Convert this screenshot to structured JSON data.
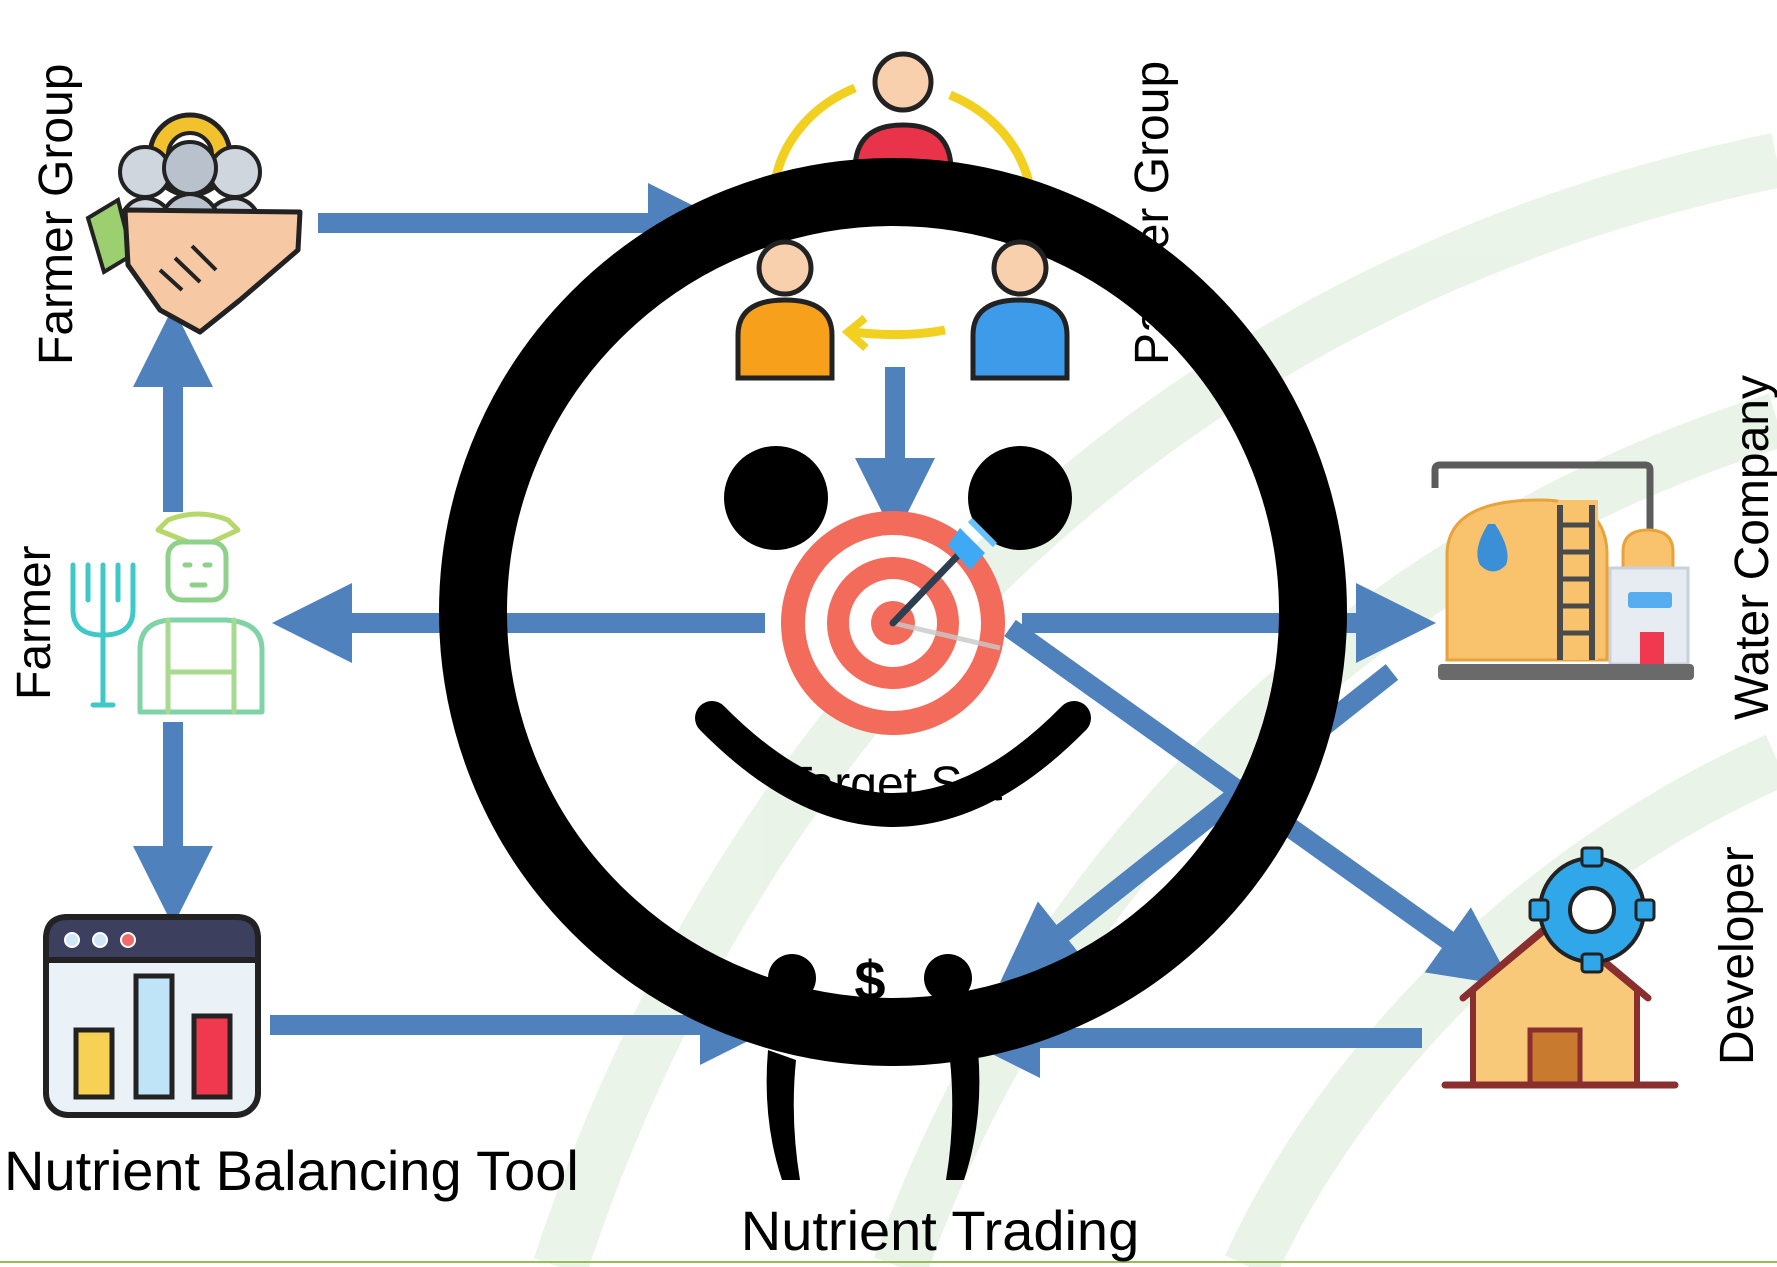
{
  "labels": {
    "farmer_group": "Farmer Group",
    "partner_group": "Partner Group",
    "water_company": "Water Company",
    "farmer": "Farmer",
    "developer": "Developer",
    "target_set": "Target Set",
    "nutrient_balancing_tool": "Nutrient Balancing Tool",
    "nutrient_trading": "Nutrient Trading",
    "dollar_sign": "$"
  },
  "icons": {
    "farmer_group": "handshake-group-gear-icon",
    "partner_group": "people-cycle-icon",
    "target": "target-dart-icon",
    "farmer": "farmer-pitchfork-icon",
    "water_company": "water-tank-plant-icon",
    "developer": "house-gear-icon",
    "tool": "bar-chart-window-icon",
    "trading": "smiley-money-bag-icon"
  },
  "colors": {
    "arrow": "#4f81bd",
    "background_swirl": "#e6f2e4",
    "bottom_rule": "#9bbb59",
    "overlay": "#000000",
    "target_red": "#f26b5b",
    "dart_blue": "#3fa9f5"
  }
}
